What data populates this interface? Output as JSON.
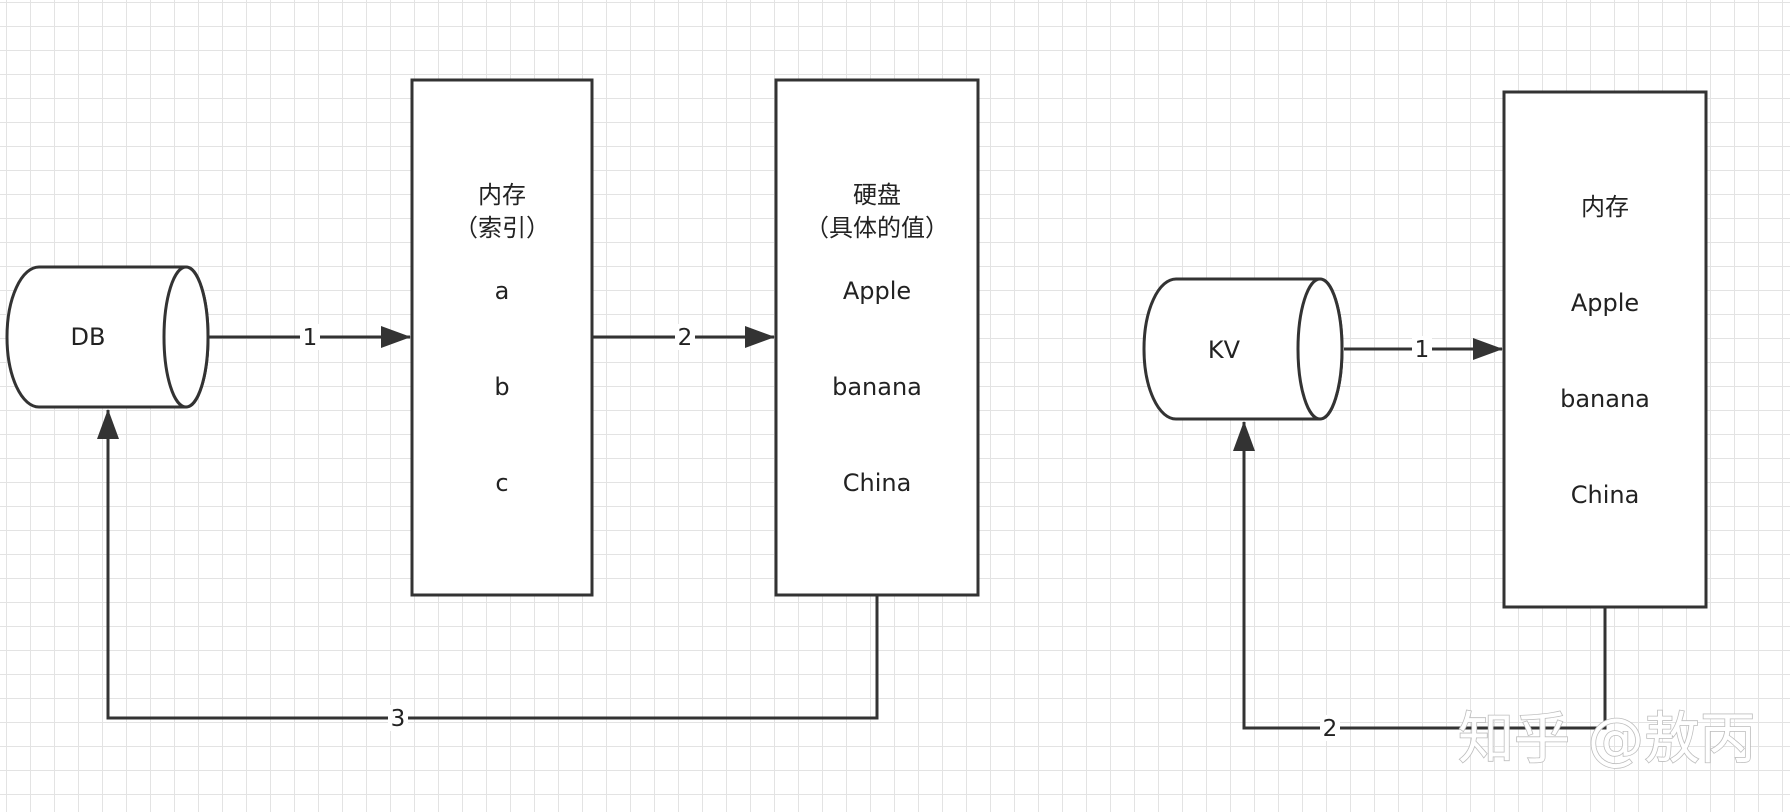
{
  "left_diagram": {
    "db_label": "DB",
    "memory_box": {
      "title": "内存",
      "subtitle": "（索引）",
      "items": [
        "a",
        "b",
        "c"
      ]
    },
    "disk_box": {
      "title": "硬盘",
      "subtitle": "（具体的值）",
      "items": [
        "Apple",
        "banana",
        "China"
      ]
    },
    "edge_labels": [
      "1",
      "2",
      "3"
    ]
  },
  "right_diagram": {
    "kv_label": "KV",
    "memory_box": {
      "title": "内存",
      "items": [
        "Apple",
        "banana",
        "China"
      ]
    },
    "edge_labels": [
      "1",
      "2"
    ]
  },
  "watermark": "知乎 @敖丙",
  "colors": {
    "stroke": "#333333",
    "text": "#222222",
    "grid": "#e3e3e3",
    "background": "#ffffff"
  }
}
